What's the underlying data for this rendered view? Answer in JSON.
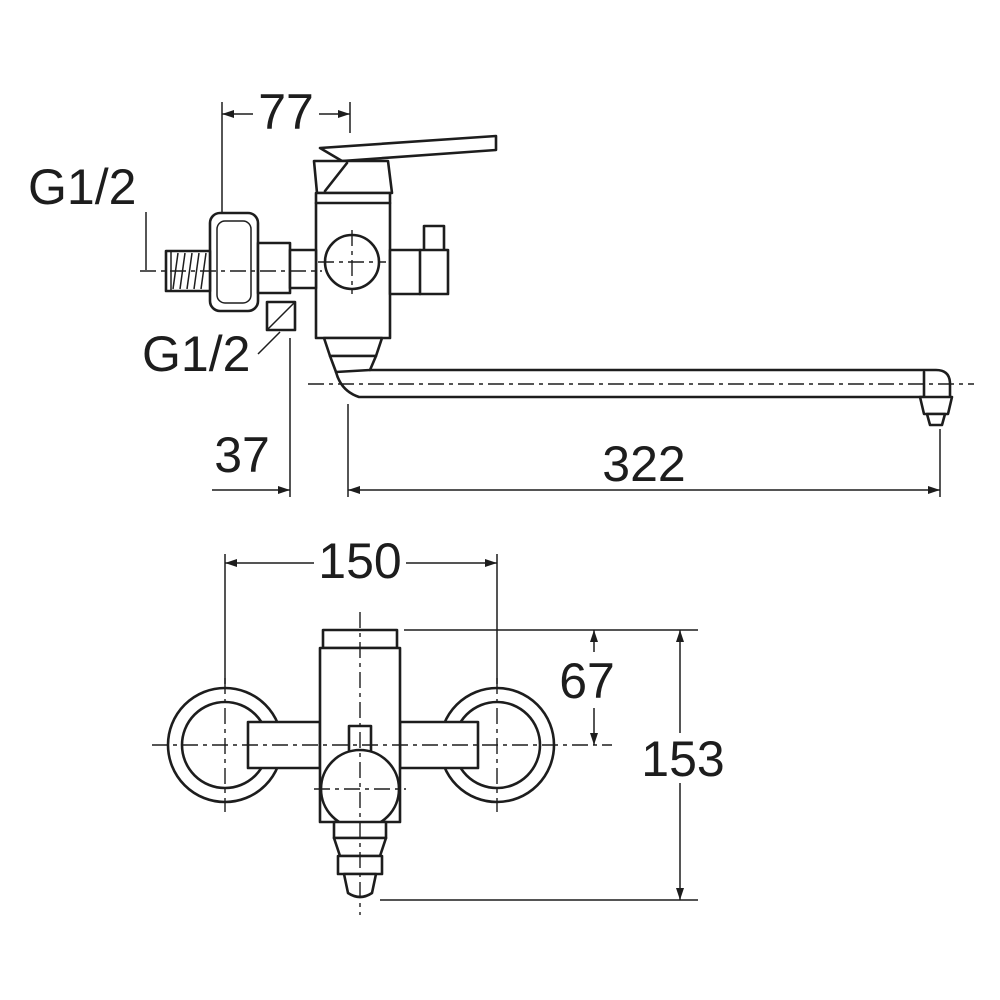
{
  "colors": {
    "line": "#1d1d1d",
    "background": "#ffffff"
  },
  "side_view": {
    "dim_body_depth": "77",
    "wall_thread_label": "G1/2",
    "shower_thread_label": "G1/2",
    "dim_spout_offset": "37",
    "dim_spout_length": "322"
  },
  "front_view": {
    "dim_mount_centers": "150",
    "dim_top_to_axis": "67",
    "dim_total_height": "153"
  }
}
